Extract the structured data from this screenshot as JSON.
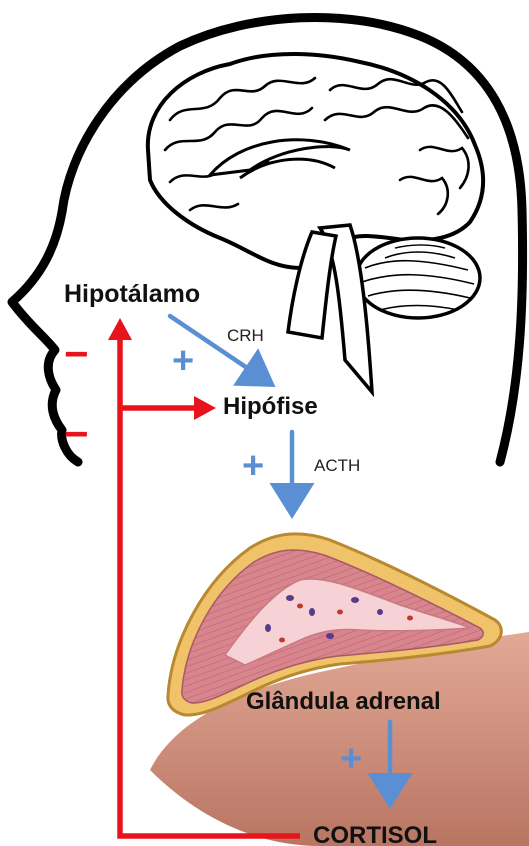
{
  "labels": {
    "hypothalamus": "Hipotálamo",
    "crh": "CRH",
    "pituitary": "Hipófise",
    "acth": "ACTH",
    "adrenal": "Glândula adrenal",
    "cortisol": "CORTISOL"
  },
  "signs": {
    "positive": "+",
    "negative": "−"
  },
  "colors": {
    "stimulation_arrow": "#5b8fd4",
    "feedback_arrow": "#e8141c",
    "outline": "#000000",
    "adrenal_cortex": "#d8858e",
    "adrenal_capsule": "#f0c36a",
    "adrenal_medulla": "#f6d2d6",
    "kidney": "#c98a74"
  },
  "icons": [
    "head-silhouette",
    "brain-illustration",
    "adrenal-gland-illustration",
    "kidney-illustration"
  ]
}
